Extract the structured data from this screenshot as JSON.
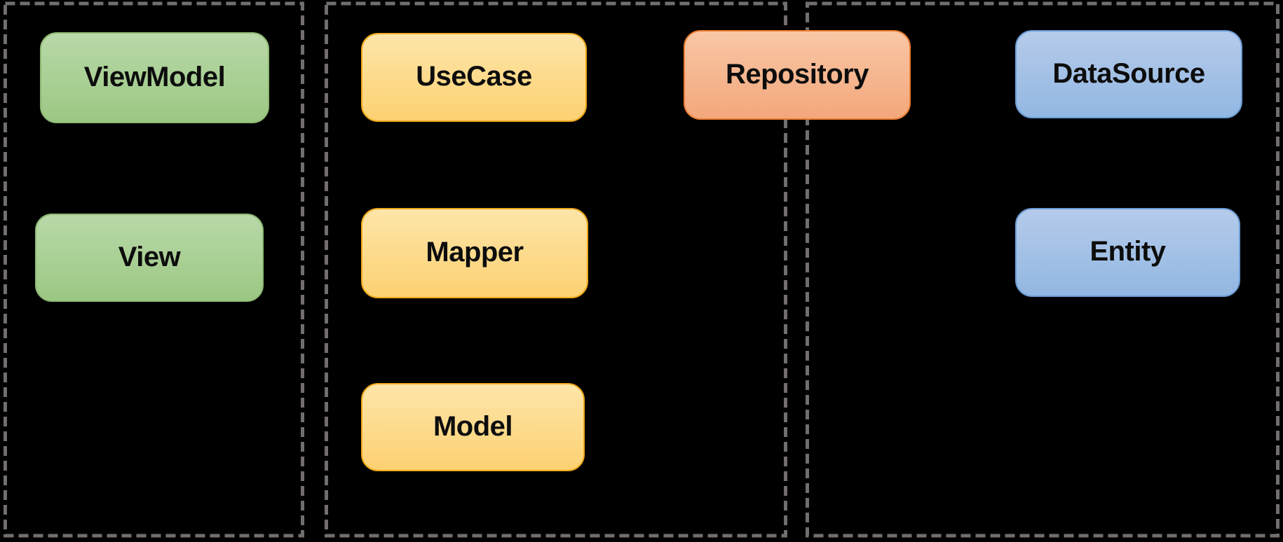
{
  "boxes": {
    "viewmodel": "ViewModel",
    "view": "View",
    "usecase": "UseCase",
    "mapper": "Mapper",
    "model": "Model",
    "repository": "Repository",
    "datasource": "DataSource",
    "entity": "Entity"
  },
  "colors": {
    "background": "#000000",
    "section_dashed_border": "#726e6e",
    "label_text": "#0d0d0d",
    "green_fill_top": "#b9d8a8",
    "green_fill_bottom": "#9bc883",
    "green_border": "#8fba75",
    "yellow_fill_top": "#fde5a9",
    "yellow_fill_bottom": "#fdd172",
    "yellow_border": "#f0a91c",
    "salmon_fill_top": "#f9c7a6",
    "salmon_fill_bottom": "#f3a77b",
    "salmon_border": "#ed7d31",
    "blue_fill_top": "#b5cbea",
    "blue_fill_bottom": "#92b7e2",
    "blue_border": "#6d9dd6"
  }
}
